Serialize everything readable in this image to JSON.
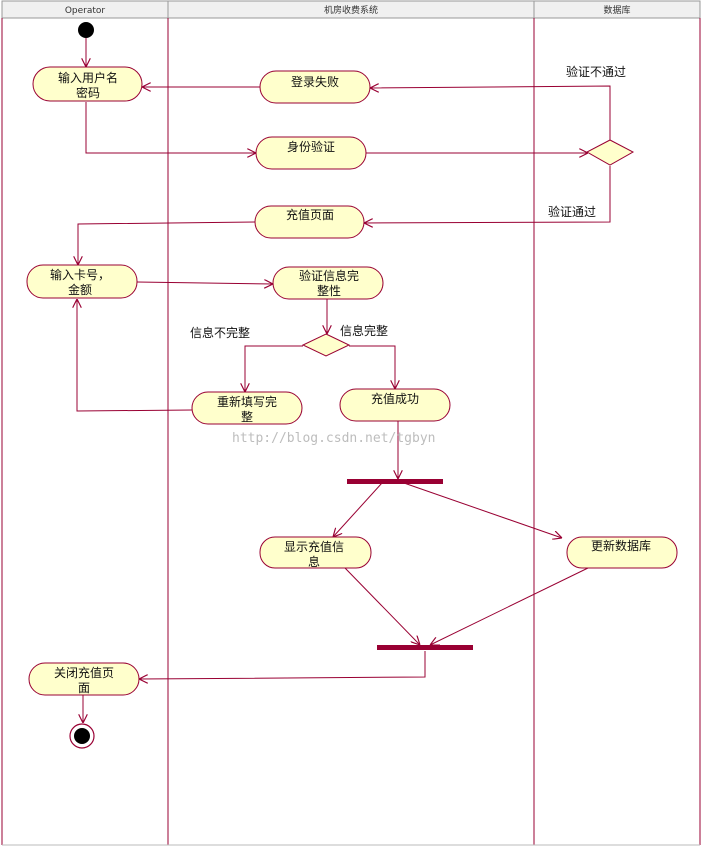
{
  "colors": {
    "node_fill": "#ffffcc",
    "node_stroke": "#990033",
    "edge": "#990033",
    "bar": "#990033",
    "lane_line": "#990033",
    "header_bg": "#f0f0f0",
    "header_border": "#999999"
  },
  "lanes": [
    {
      "id": "operator",
      "label": "Operator"
    },
    {
      "id": "system",
      "label": "机房收费系统"
    },
    {
      "id": "database",
      "label": "数据库"
    }
  ],
  "nodes": {
    "login_input": {
      "lines": [
        "输入用户名",
        "密码"
      ]
    },
    "login_fail": {
      "lines": [
        "登录失败"
      ]
    },
    "identity_check": {
      "lines": [
        "身份验证"
      ]
    },
    "recharge_page": {
      "lines": [
        "充值页面"
      ]
    },
    "card_input": {
      "lines": [
        "输入卡号，",
        "金额"
      ]
    },
    "verify_complete": {
      "lines": [
        "验证信息完",
        "整性"
      ]
    },
    "refill": {
      "lines": [
        "重新填写完",
        "整"
      ]
    },
    "recharge_success": {
      "lines": [
        "充值成功"
      ]
    },
    "show_info": {
      "lines": [
        "显示充值信",
        "息"
      ]
    },
    "update_db": {
      "lines": [
        "更新数据库"
      ]
    },
    "close_page": {
      "lines": [
        "关闭充值页",
        "面"
      ]
    }
  },
  "edge_labels": {
    "verify_fail": "验证不通过",
    "verify_pass": "验证通过",
    "info_incomplete": "信息不完整",
    "info_complete": "信息完整"
  },
  "watermark": "http://blog.csdn.net/tgbyn"
}
